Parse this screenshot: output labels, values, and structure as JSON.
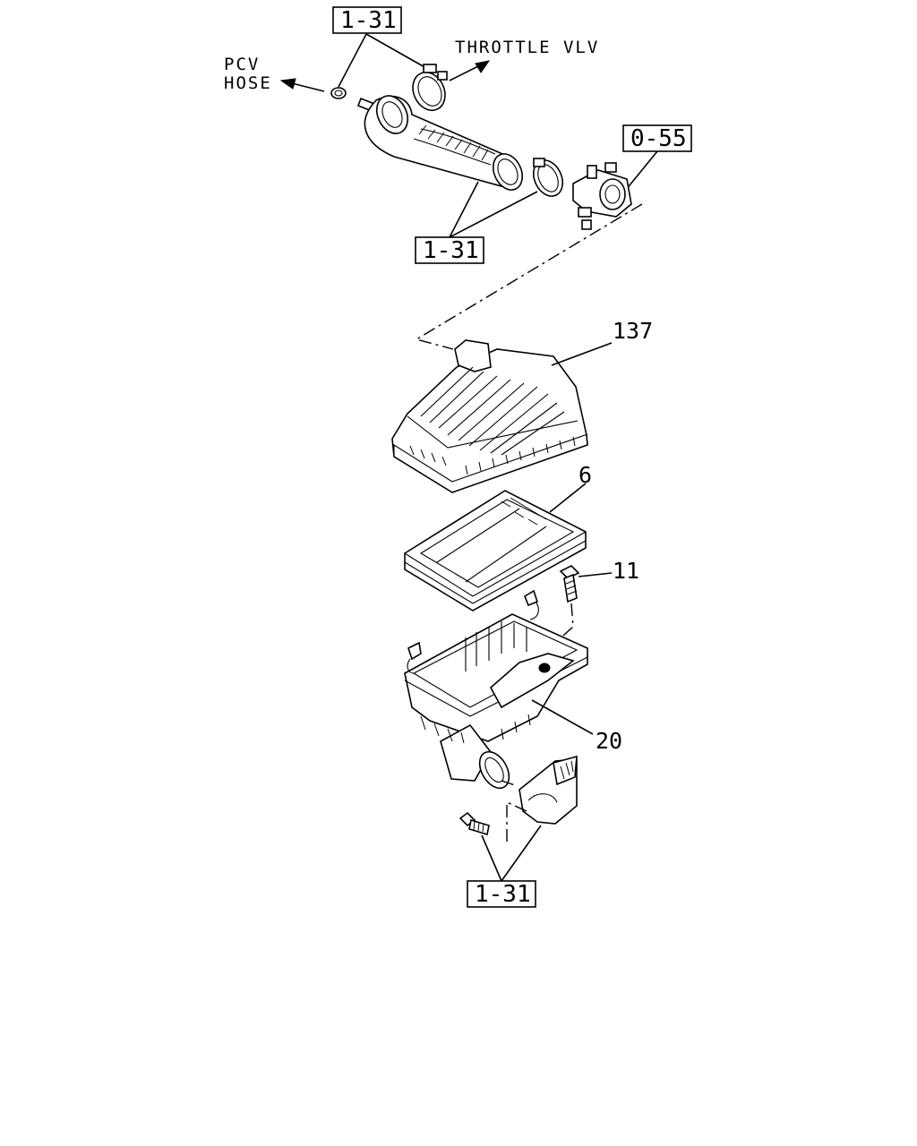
{
  "references": {
    "top_clamps": "1-31",
    "throttle_body": "0-55",
    "hose_group": "1-31",
    "bottom_group": "1-31"
  },
  "notes": {
    "pcv_line1": "PCV",
    "pcv_line2": "HOSE",
    "throttle": "THROTTLE VLV"
  },
  "part_numbers": {
    "cover": "137",
    "element": "6",
    "bolt": "11",
    "case": "20"
  }
}
